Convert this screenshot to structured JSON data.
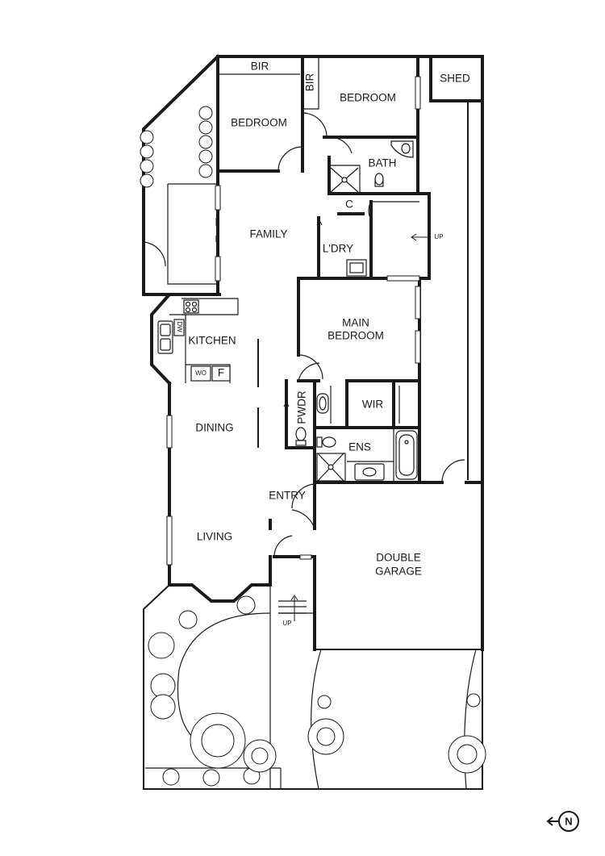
{
  "rooms": {
    "bir_top": "BIR",
    "bir_side": "BIR",
    "bedroom_left": "BEDROOM",
    "bedroom_right": "BEDROOM",
    "shed": "SHED",
    "bath": "BATH",
    "cupboard": "C",
    "family": "FAMILY",
    "laundry": "L'DRY",
    "main_bedroom_line1": "MAIN",
    "main_bedroom_line2": "BEDROOM",
    "kitchen": "KITCHEN",
    "dishwasher": "DW",
    "wall_oven": "WO",
    "fridge": "F",
    "powder": "PWDR",
    "wir": "WIR",
    "ensuite": "ENS",
    "dining": "DINING",
    "entry": "ENTRY",
    "living": "LIVING",
    "garage_line1": "DOUBLE",
    "garage_line2": "GARAGE"
  },
  "markers": {
    "up_right": "UP",
    "up_entry": "UP"
  },
  "compass": {
    "letter": "N",
    "direction": "west"
  }
}
